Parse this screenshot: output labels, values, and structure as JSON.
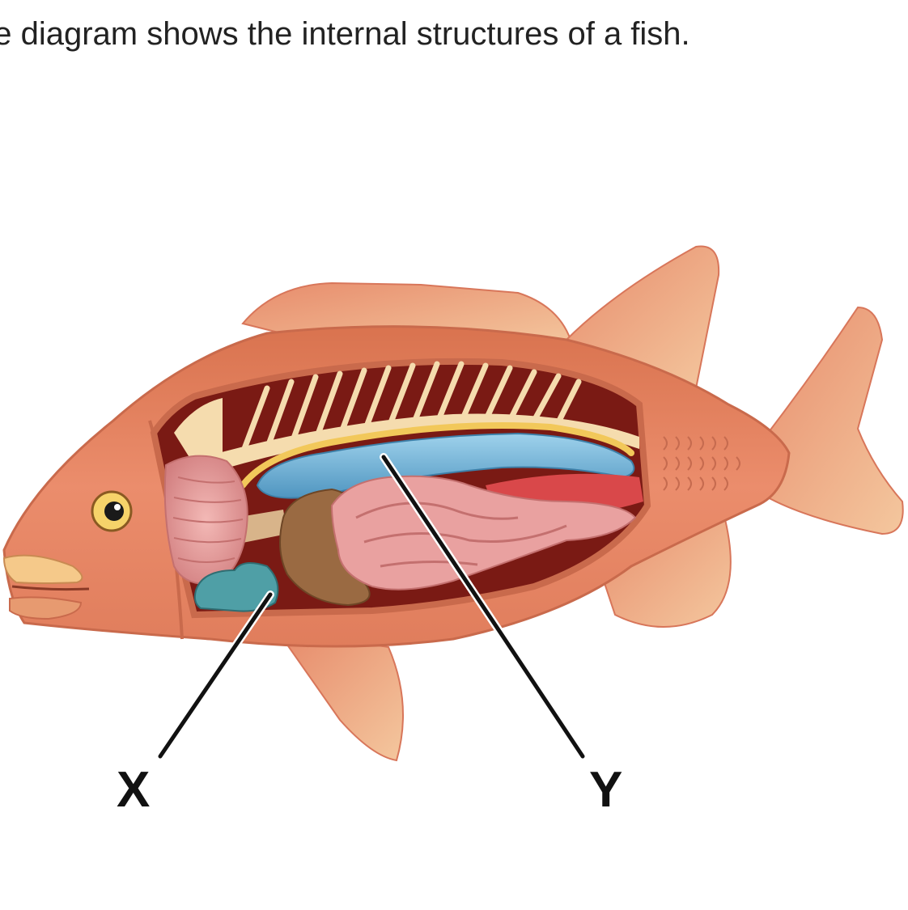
{
  "caption": "he diagram shows the internal structures of a fish.",
  "labels": {
    "x": "X",
    "y": "Y"
  },
  "colors": {
    "body": "#e8866a",
    "fin": "#eb9a78",
    "cavity": "#7a1a14",
    "spine": "#f5dcae",
    "swim_bladder": "#6fb3d6",
    "kidney": "#f2c85a",
    "gills": "#e49a98",
    "heart": "#4f9fa6",
    "liver": "#9a6a42",
    "intestine": "#e9a1a0",
    "gonad": "#d9484a"
  }
}
